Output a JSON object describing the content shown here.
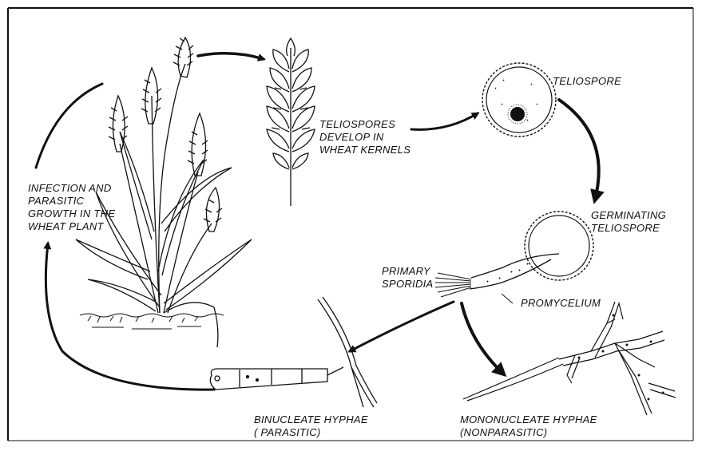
{
  "labels": {
    "infection": [
      "INFECTION AND",
      "PARASITIC",
      "GROWTH IN THE",
      "WHEAT PLANT"
    ],
    "teliospores_develop": [
      "TELIOSPORES",
      "DEVELOP IN",
      "WHEAT KERNELS"
    ],
    "teliospore": "TELIOSPORE",
    "germinating": [
      "GERMINATING",
      "TELIOSPORE"
    ],
    "primary_sporidia": [
      "PRIMARY",
      "SPORIDIA"
    ],
    "promycelium": "PROMYCELIUM",
    "binucleate": [
      "BINUCLEATE HYPHAE",
      "( PARASITIC)"
    ],
    "mononucleate": [
      "MONONUCLEATE HYPHAE",
      "(NONPARASITIC)"
    ]
  },
  "colors": {
    "ink": "#111111",
    "background": "#ffffff"
  }
}
